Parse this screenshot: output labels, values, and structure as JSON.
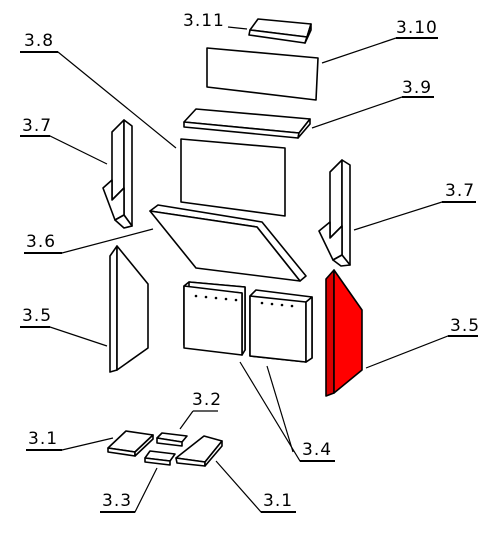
{
  "highlight_color": "#ff0000",
  "highlight_edge_color": "#d90000",
  "labels": {
    "p3_11": "3.11",
    "p3_10": "3.10",
    "p3_8": "3.8",
    "p3_9": "3.9",
    "p3_7_left": "3.7",
    "p3_7_right": "3.7",
    "p3_6": "3.6",
    "p3_5_left": "3.5",
    "p3_5_right": "3.5",
    "p3_4": "3.4",
    "p3_2": "3.2",
    "p3_1_left": "3.1",
    "p3_3": "3.3",
    "p3_1_right": "3.1"
  },
  "highlighted_part": "3.5"
}
